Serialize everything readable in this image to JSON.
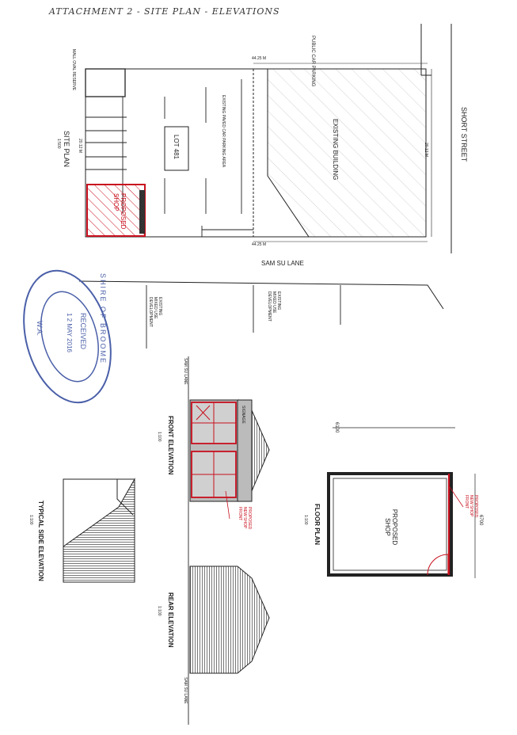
{
  "heading": "ATTACHMENT 2 - SITE PLAN - ELEVATIONS",
  "site_plan": {
    "title": "SITE PLAN",
    "scale": "1:500",
    "streets": {
      "right": "SHORT STREET",
      "bottom": "SAM SU LANE"
    },
    "top_left_note": "MALL OVAL RESERVE",
    "public_parking": "PUBLIC CAR PARKING",
    "dimensions": {
      "top": "44.25 M",
      "bottom": "44.25 M",
      "left": "20.12 M",
      "right": "20.12 M"
    },
    "existing_building": "EXISTING BUILDING",
    "car_parking": "EXISTING PAVED CAR PARKING AREA",
    "lot": "LOT 481",
    "proposed_shop": "PROPOSED SHOP",
    "mixed_use_1": "EXISTING MIXED USE DEVELOPMENT",
    "mixed_use_2": "EXISTING MIXED USE DEVELOPMENT"
  },
  "stamp": {
    "line1": "SHIRE OF BROOME",
    "line2": "RECEIVED",
    "date": "1 2 MAY 2016",
    "line3": "W.A."
  },
  "front_elevation": {
    "title": "FRONT ELEVATION",
    "scale": "1:100",
    "signage": "SIGNAGE",
    "lane": "SAM SU LANE",
    "note": "PROPOSED NEW SHOP FRONT"
  },
  "rear_elevation": {
    "title": "REAR ELEVATION",
    "scale": "1:100",
    "lane": "SAM SU LANE"
  },
  "side_elevation": {
    "title": "TYPICAL SIDE ELEVATION",
    "scale": "1:100"
  },
  "floor_plan": {
    "title": "FLOOR PLAN",
    "scale": "1:100",
    "room": "PROPOSED SHOP",
    "note": "PROPOSED NEW SHOP FRONT",
    "dim_width": "6100",
    "dim_depth": "6700"
  },
  "colors": {
    "line": "#222222",
    "red": "#c8101e",
    "stamp": "#4a5fa8",
    "hatch": "#9a9a9a"
  }
}
